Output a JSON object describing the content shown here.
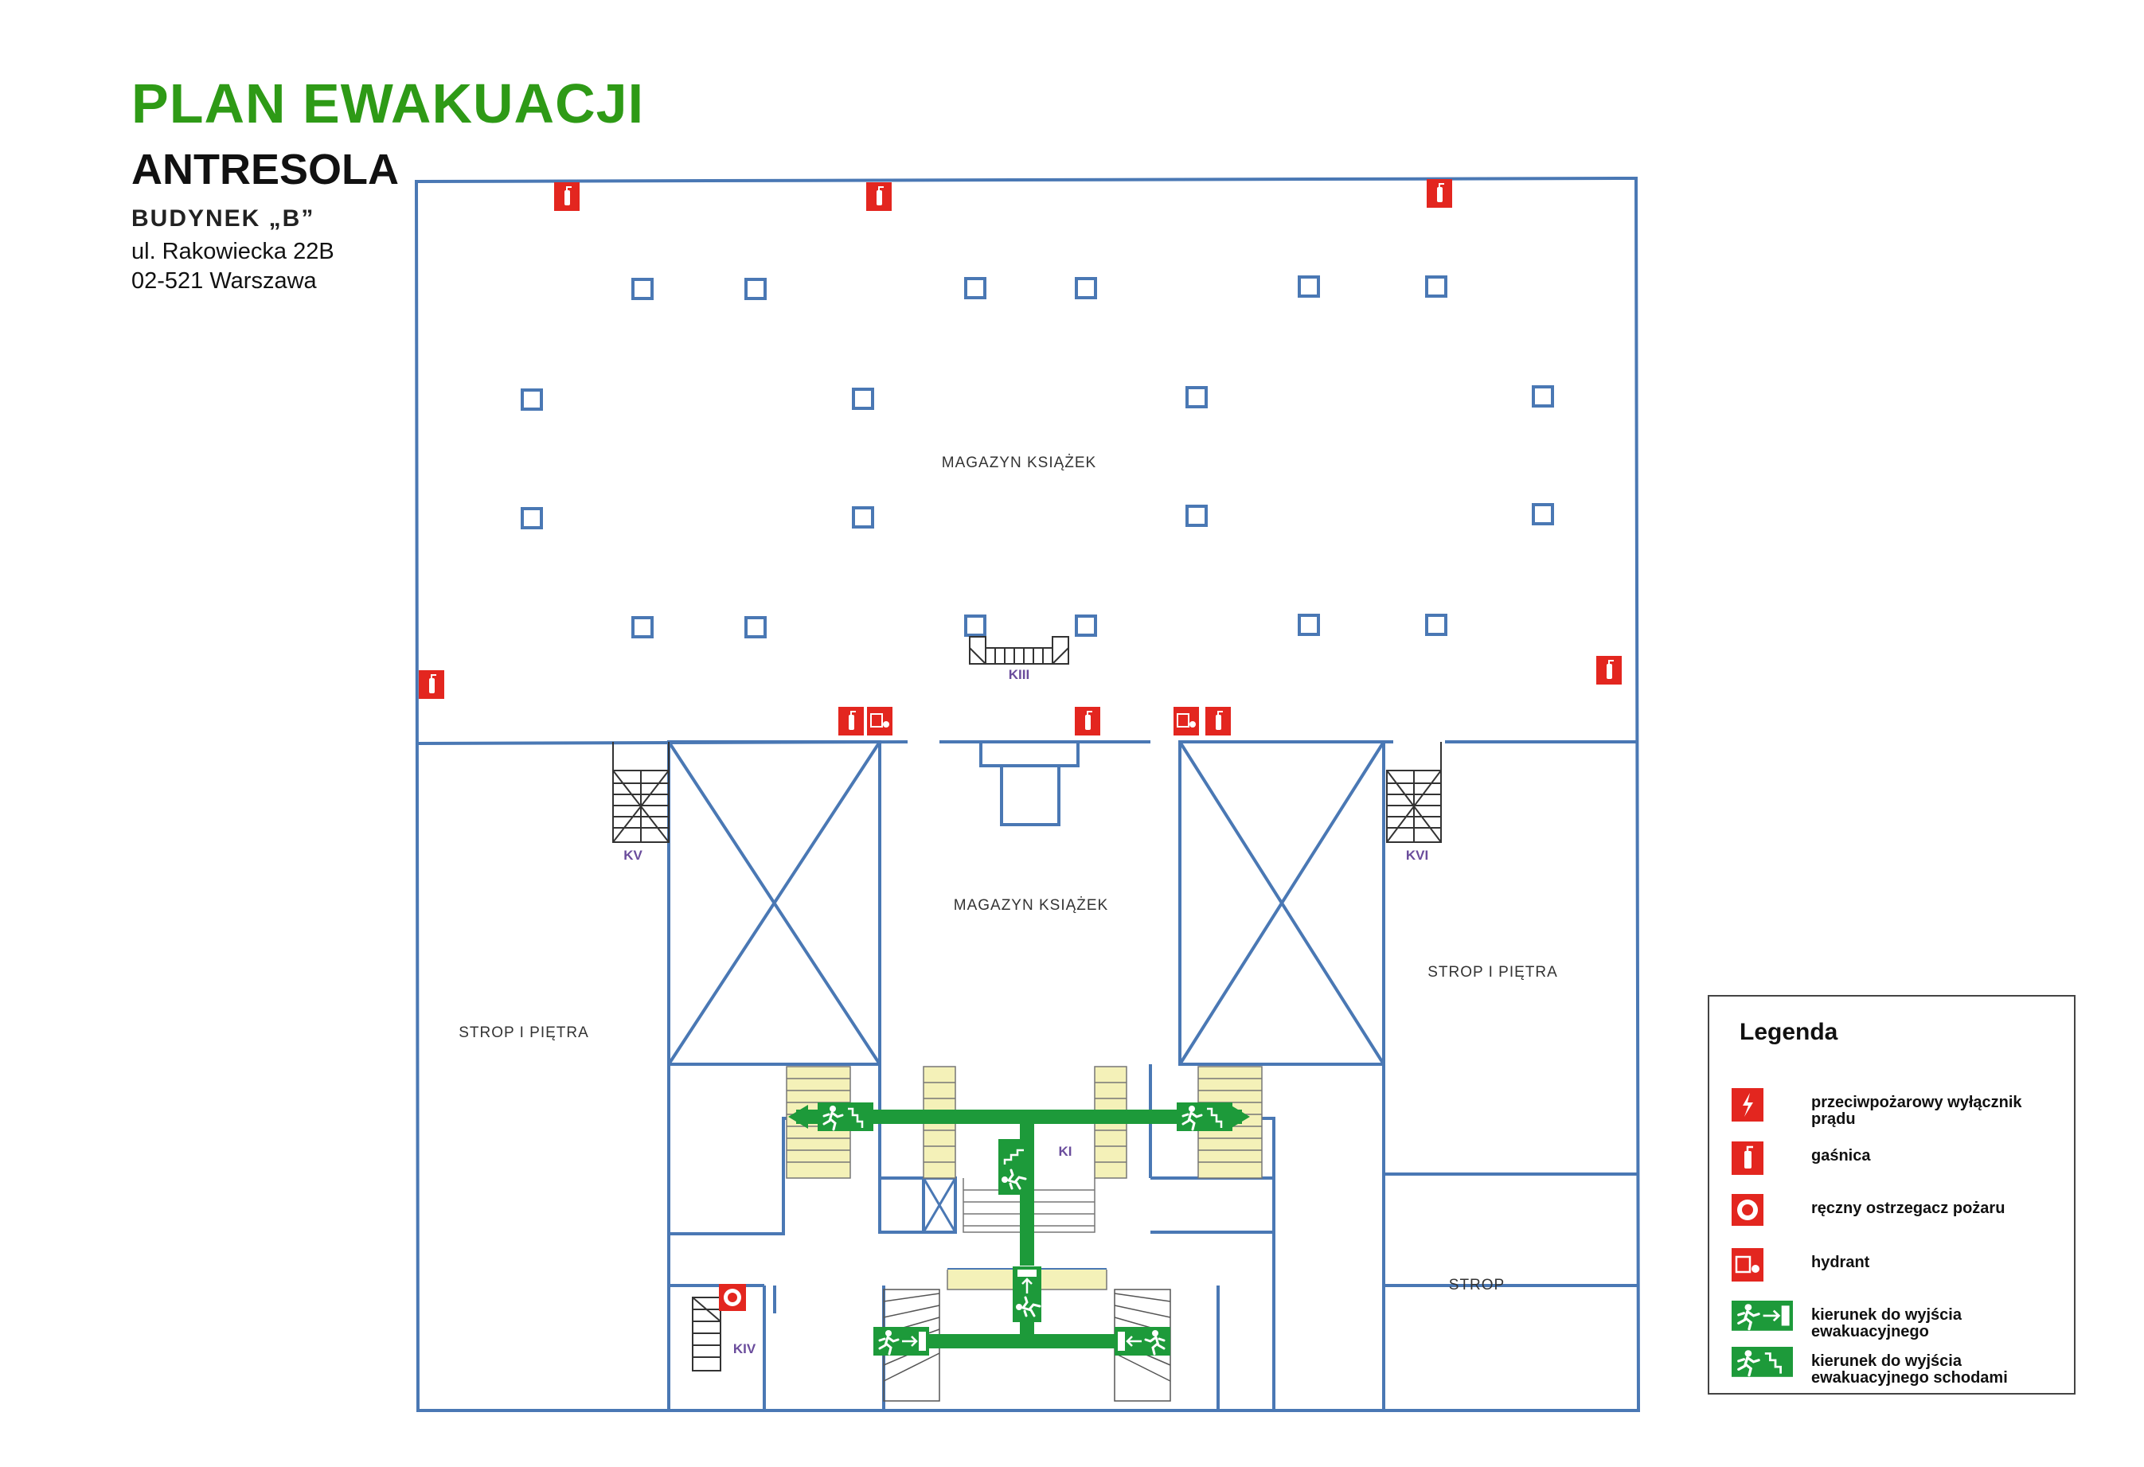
{
  "header": {
    "title": "PLAN EWAKUACJI",
    "subtitle": "ANTRESOLA",
    "building": "BUDYNEK „B”",
    "street": "ul. Rakowiecka 22B",
    "city": "02-521 Warszawa"
  },
  "rooms": {
    "magazyn_top": "MAGAZYN KSIĄŻEK",
    "magazyn_mid": "MAGAZYN KSIĄŻEK",
    "strop_left": "STROP I PIĘTRA",
    "strop_right": "STROP I PIĘTRA",
    "strop": "STROP"
  },
  "stairs": {
    "k1": "KI",
    "k3": "KIII",
    "k4": "KIV",
    "k5": "KV",
    "k6": "KVI"
  },
  "legend": {
    "title": "Legenda",
    "items": [
      {
        "icon": "power-switch-icon",
        "label": "przeciwpożarowy wyłącznik prądu"
      },
      {
        "icon": "fire-extinguisher-icon",
        "label": "gaśnica"
      },
      {
        "icon": "fire-alarm-icon",
        "label": "ręczny ostrzegacz pożaru"
      },
      {
        "icon": "hydrant-icon",
        "label": "hydrant"
      },
      {
        "icon": "exit-direction-icon",
        "label": "kierunek do wyjścia ewakuacyjnego"
      },
      {
        "icon": "exit-stairs-icon",
        "label": "kierunek do wyjścia ewakuacyjnego schodami"
      }
    ]
  },
  "colors": {
    "wall": "#4a78b4",
    "safety_red": "#e3261f",
    "exit_green": "#1d9a3a",
    "title_green": "#2e9a16",
    "stair_label": "#6a4c9c",
    "stair_fill": "#f4f1b8"
  }
}
